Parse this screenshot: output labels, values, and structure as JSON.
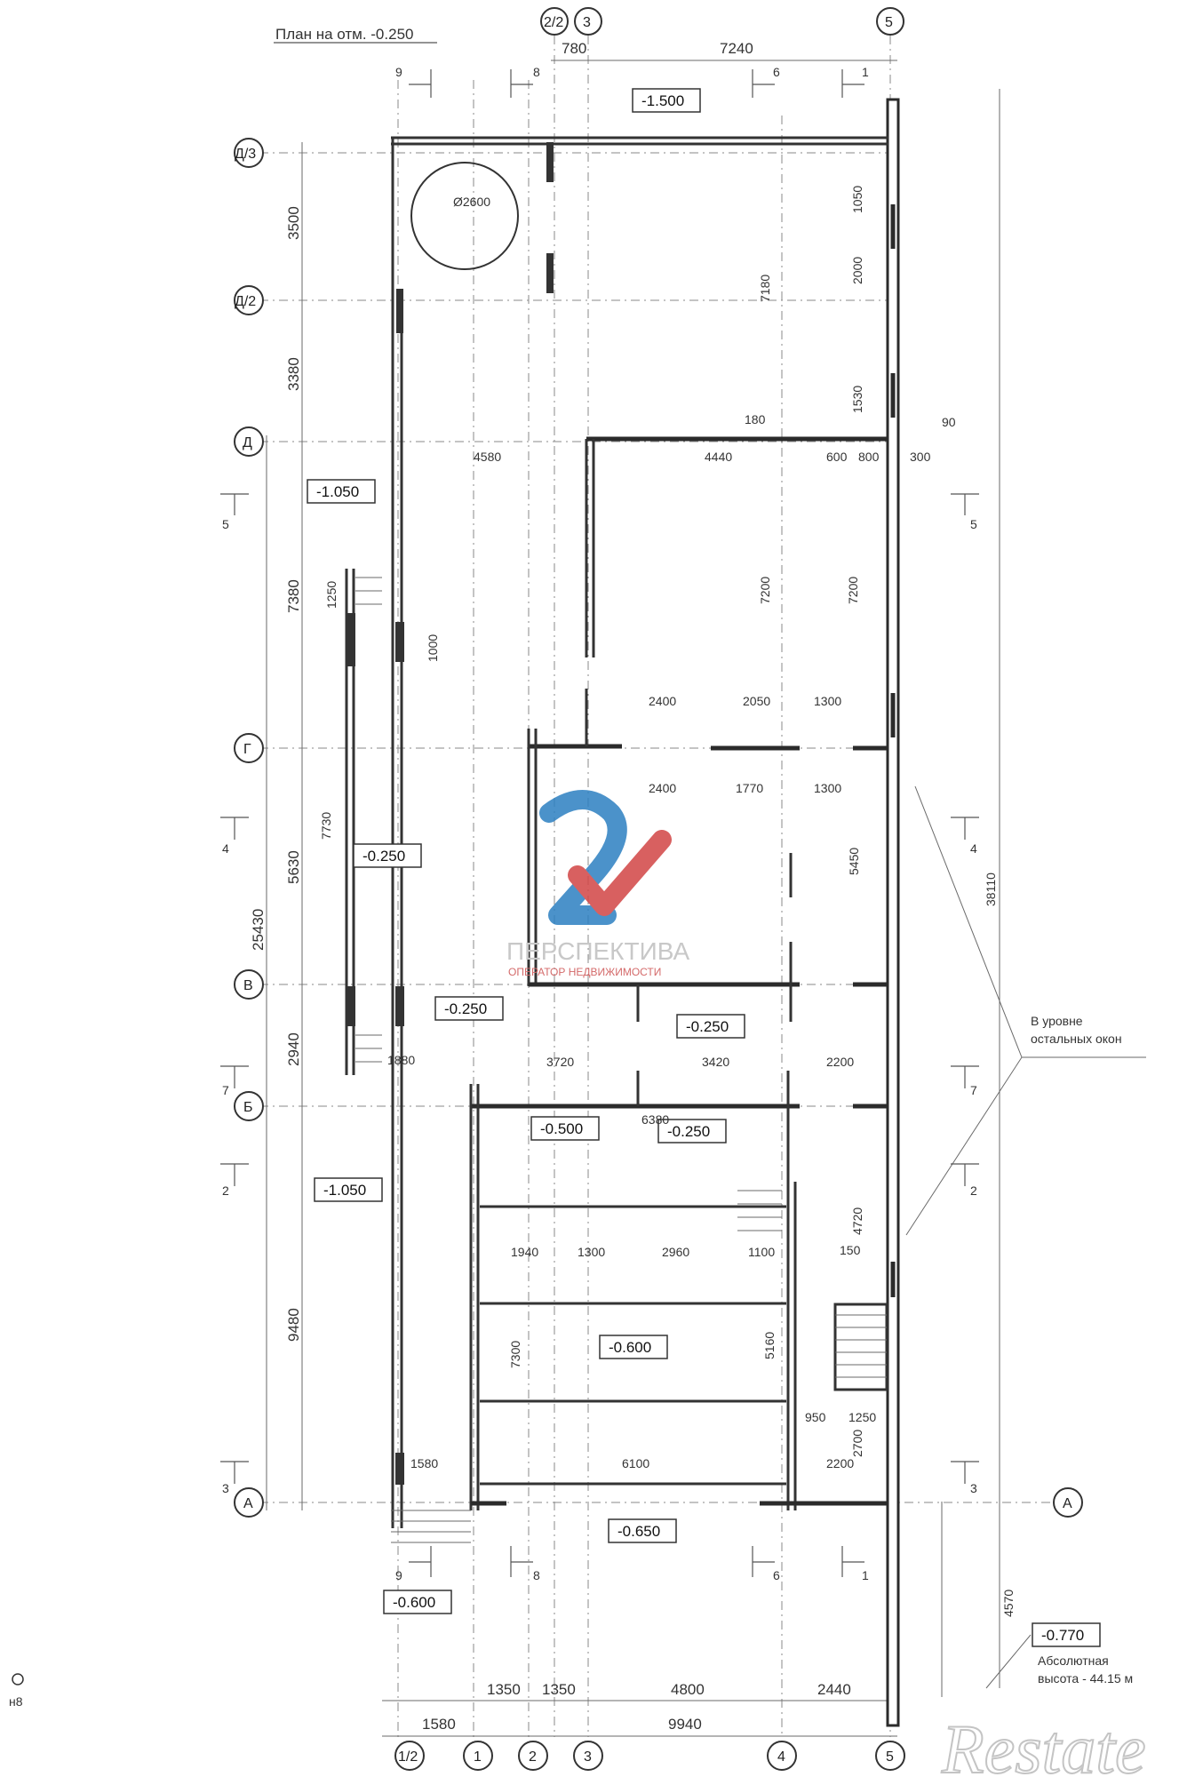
{
  "title": "План на отм. -0.250",
  "axes": {
    "top": [
      "2/2",
      "3",
      "5"
    ],
    "bottom": [
      "1/2",
      "1",
      "2",
      "3",
      "4",
      "5"
    ],
    "left": [
      "Д/3",
      "Д/2",
      "Д",
      "Г",
      "В",
      "Б",
      "А"
    ],
    "right": [
      "А"
    ]
  },
  "sections": [
    "9",
    "8",
    "6",
    "1",
    "5",
    "4",
    "7",
    "2",
    "3"
  ],
  "levels": [
    "-1.500",
    "-1.050",
    "-0.250",
    "-0.250",
    "-0.250",
    "-0.500",
    "-0.250",
    "-1.050",
    "-0.600",
    "-0.650",
    "-0.600",
    "-0.770"
  ],
  "top_dims": [
    "780",
    "7240"
  ],
  "left_dims": [
    "3500",
    "3380",
    "7380",
    "5630",
    "2940",
    "9480",
    "25430"
  ],
  "right_dims": [
    "38110",
    "4570"
  ],
  "bottom_dims_row1": [
    "1350",
    "1350",
    "4800",
    "2440"
  ],
  "bottom_dims_row2": [
    "1580",
    "9940"
  ],
  "inner_dims": [
    "4580",
    "4440",
    "7180",
    "7200",
    "7200",
    "2400",
    "2050",
    "1300",
    "2400",
    "1770",
    "1300",
    "5450",
    "7730",
    "3720",
    "3420",
    "2200",
    "6380",
    "1940",
    "1300",
    "2960",
    "1100",
    "7300",
    "5160",
    "6100",
    "1580",
    "2200",
    "4720",
    "2000",
    "1050",
    "1530",
    "1250",
    "1000",
    "1880",
    "600",
    "800",
    "180",
    "300",
    "90",
    "150",
    "950",
    "1250",
    "2700"
  ],
  "circle_label": "Ø2600",
  "note": "В уровне остальных окон",
  "absolute_label": "Абсолютная",
  "absolute_value": "высота - 44.15 м",
  "watermark_name": "ПЕРСПЕКТИВА",
  "watermark_sub": "ОПЕРАТОР НЕДВИЖИМОСТИ",
  "restate_logo": "Restate",
  "corner_mark": "н8"
}
